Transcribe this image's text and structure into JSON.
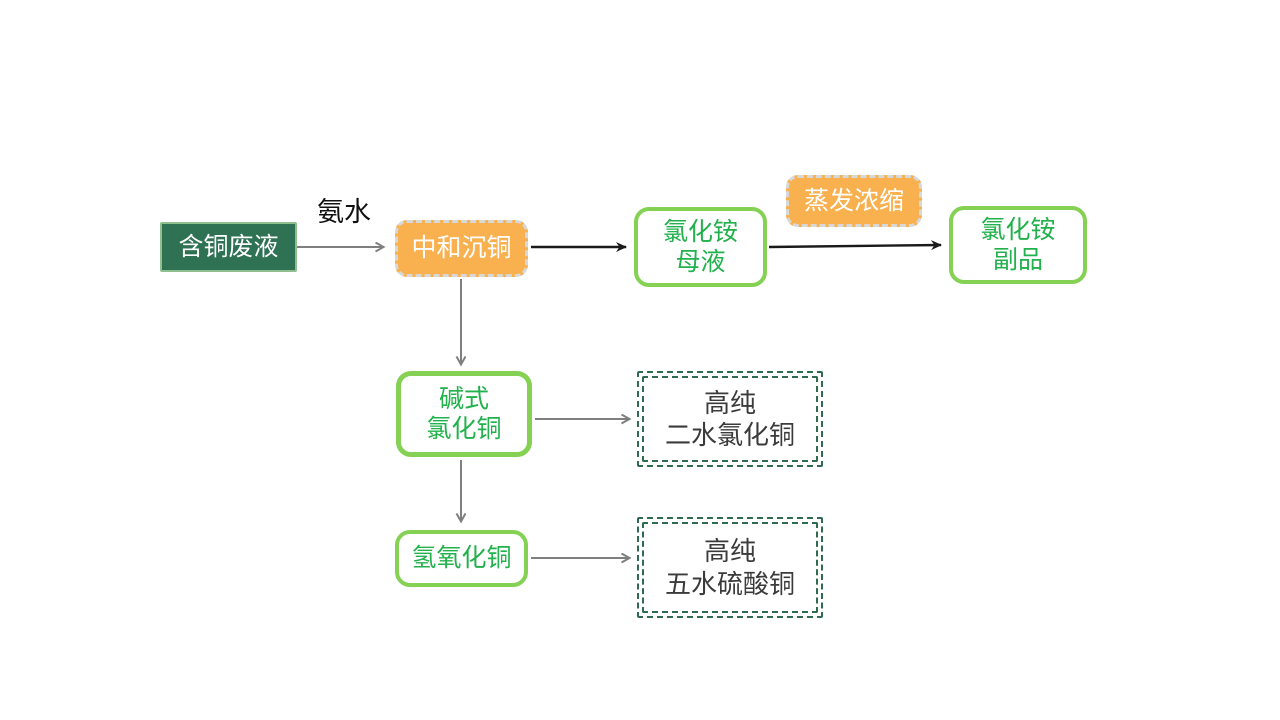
{
  "nodes": {
    "waste": {
      "label": "含铜废液"
    },
    "neutralize": {
      "label": "中和沉铜"
    },
    "mother_liquor": {
      "line1": "氯化铵",
      "line2": "母液"
    },
    "evaporate": {
      "label": "蒸发浓缩"
    },
    "byproduct": {
      "line1": "氯化铵",
      "line2": "副品"
    },
    "basic_copper_chloride": {
      "line1": "碱式",
      "line2": "氯化铜"
    },
    "high_purity_copper_chloride_dihydrate": {
      "line1": "高纯",
      "line2": "二水氯化铜"
    },
    "copper_hydroxide": {
      "label": "氢氧化铜"
    },
    "high_purity_copper_sulfate_pentahydrate": {
      "line1": "高纯",
      "line2": "五水硫酸铜"
    }
  },
  "edge_labels": {
    "ammonia": "氨水"
  },
  "colors": {
    "dark_green_fill": "#2E7153",
    "dark_green_border": "#8FBF8F",
    "orange_fill": "#F9B04E",
    "orange_border": "#D8D8D8",
    "green_border": "#84D154",
    "green_text": "#22B14C",
    "dashed_border": "#2F6B51",
    "dashed_text": "#3B3B3B",
    "gray_arrow": "#7F7F7F",
    "black_arrow": "#1A1A1A",
    "label_text": "#111111"
  }
}
